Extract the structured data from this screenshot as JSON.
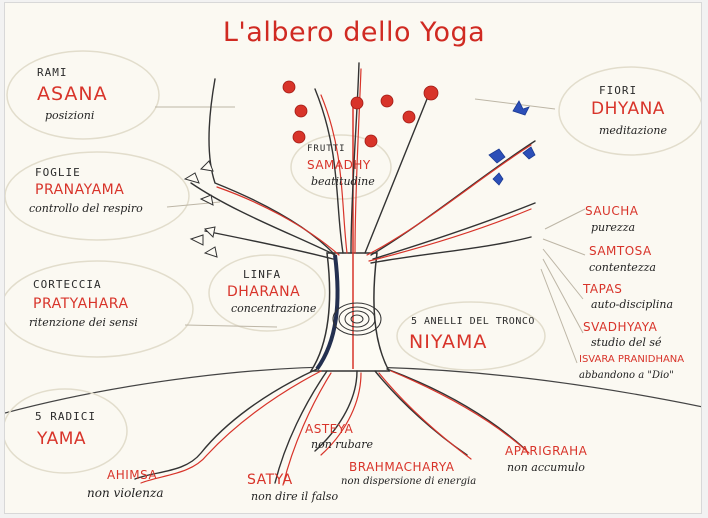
{
  "title": "L'albero dello Yoga",
  "colors": {
    "accent": "#d8342a",
    "ink": "#2a2a2a",
    "flower": "#2c4fb8",
    "bark": "#243050"
  },
  "labels": {
    "rami": {
      "kicker": "RAMI",
      "name": "ASANA",
      "desc": "posizioni"
    },
    "foglie": {
      "kicker": "FOGLIE",
      "name": "PRANAYAMA",
      "desc": "controllo del respiro"
    },
    "corteccia": {
      "kicker": "CORTECCIA",
      "name": "PRATYAHARA",
      "desc": "ritenzione dei sensi"
    },
    "radici": {
      "kicker": "5 RADICI",
      "name": "YAMA"
    },
    "frutti": {
      "kicker": "FRUTTI",
      "name": "SAMADHY",
      "desc": "beatitudine"
    },
    "fiori": {
      "kicker": "FIORI",
      "name": "DHYANA",
      "desc": "meditazione"
    },
    "linfa": {
      "kicker": "LINFA",
      "name": "DHARANA",
      "desc": "concentrazione"
    },
    "anelli": {
      "kicker": "5 ANELLI DEL TRONCO",
      "name": "NIYAMA"
    }
  },
  "niyama": [
    {
      "name": "SAUCHA",
      "desc": "purezza"
    },
    {
      "name": "SAMTOSA",
      "desc": "contentezza"
    },
    {
      "name": "TAPAS",
      "desc": "auto-disciplina"
    },
    {
      "name": "SVADHYAYA",
      "desc": "studio del sé"
    },
    {
      "name": "ISVARA PRANIDHANA",
      "desc": "abbandono a \"Dio\""
    }
  ],
  "yama": [
    {
      "name": "AHIMSA",
      "desc": "non violenza"
    },
    {
      "name": "SATYA",
      "desc": "non dire il falso"
    },
    {
      "name": "ASTEYA",
      "desc": "non rubare"
    },
    {
      "name": "BRAHMACHARYA",
      "desc": "non dispersione di energia"
    },
    {
      "name": "APARIGRAHA",
      "desc": "non accumulo"
    }
  ]
}
